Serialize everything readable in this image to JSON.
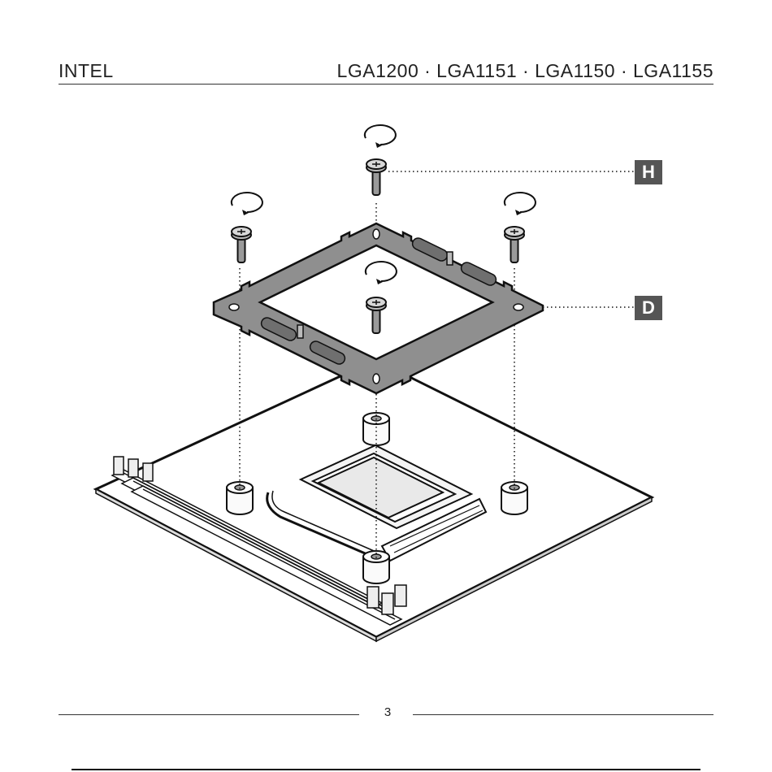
{
  "header": {
    "brand": "INTEL",
    "sockets": "LGA1200 · LGA1151 · LGA1150 · LGA1155"
  },
  "callouts": {
    "screw_label": "H",
    "bracket_label": "D"
  },
  "footer": {
    "page_number": "3"
  }
}
